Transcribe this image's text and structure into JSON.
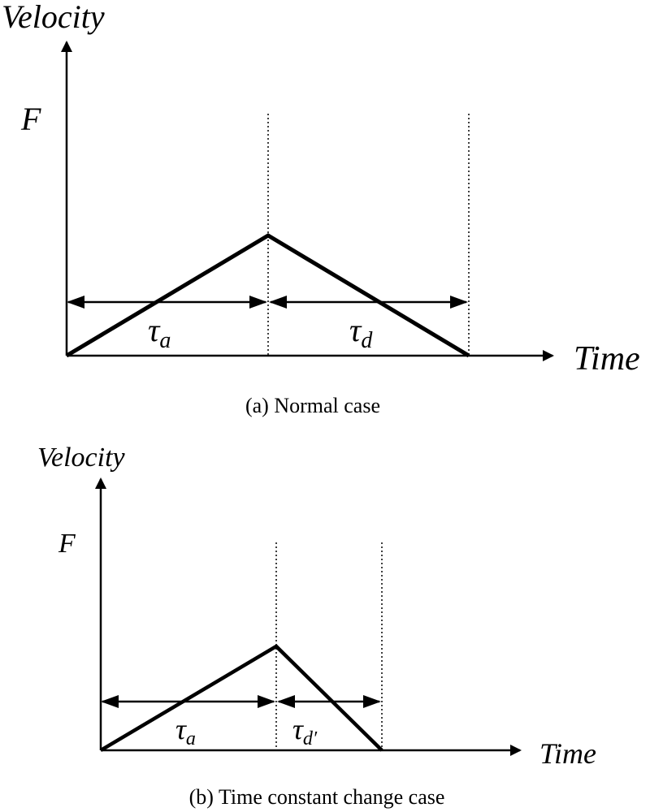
{
  "panel_a": {
    "caption": "(a) Normal case",
    "y_axis_label": "Velocity",
    "x_axis_label": "Time",
    "peak_label": "F",
    "accel_symbol": "τ",
    "accel_subscript": "a",
    "decel_symbol": "τ",
    "decel_subscript": "d"
  },
  "panel_b": {
    "caption": "(b) Time constant change case",
    "y_axis_label": "Velocity",
    "x_axis_label": "Time",
    "peak_label": "F",
    "accel_symbol": "τ",
    "accel_subscript": "a",
    "decel_symbol": "τ",
    "decel_subscript": "d′"
  }
}
